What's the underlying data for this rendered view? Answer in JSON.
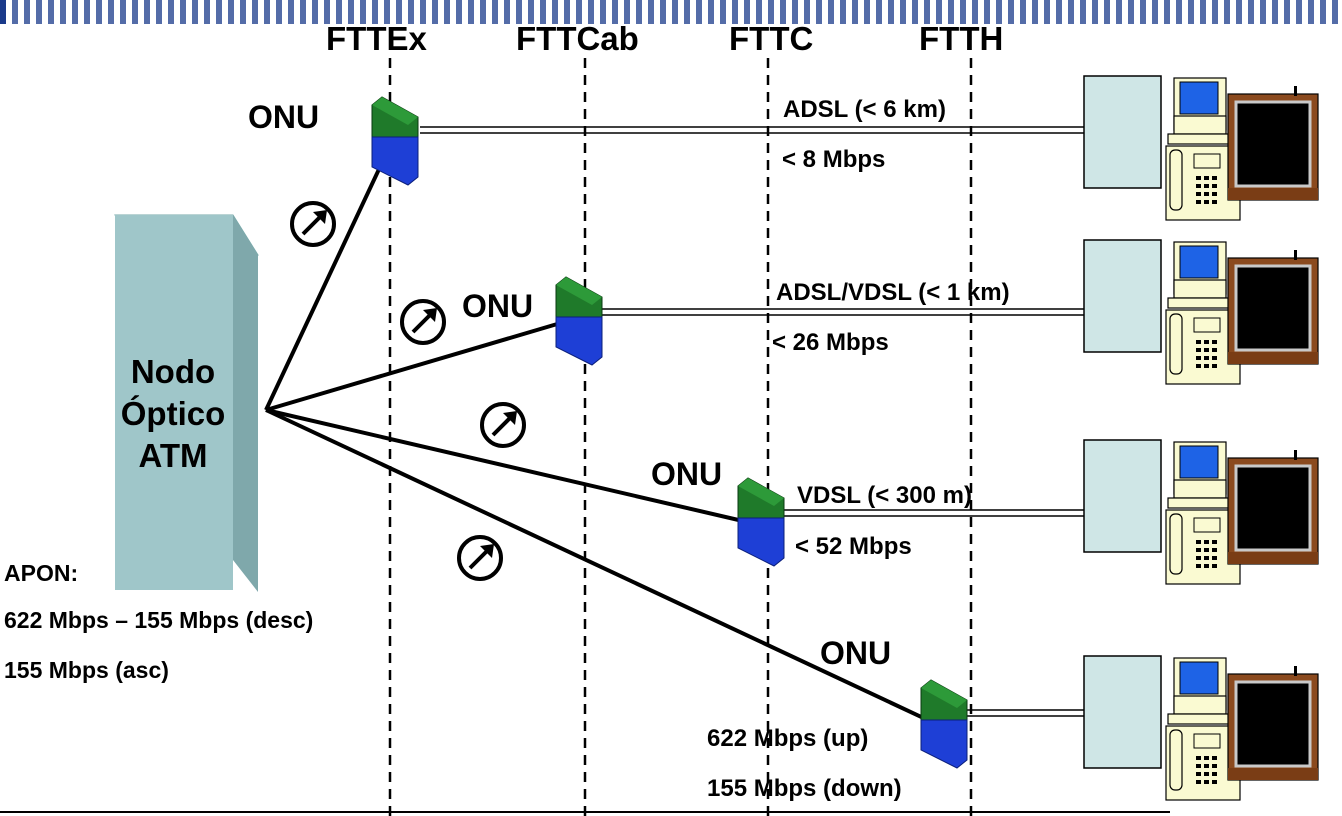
{
  "columns": [
    "FTTEx",
    "FTTCab",
    "FTTC",
    "FTTH"
  ],
  "onu_label": "ONU",
  "node": {
    "line1": "Nodo",
    "line2": "Óptico",
    "line3": "ATM"
  },
  "apon": {
    "title": "APON:",
    "downstream": "622 Mbps – 155 Mbps (desc)",
    "upstream": "155 Mbps (asc)"
  },
  "links": [
    {
      "tech": "ADSL (< 6 km)",
      "rate": "< 8 Mbps"
    },
    {
      "tech": "ADSL/VDSL (< 1 km)",
      "rate": "< 26 Mbps"
    },
    {
      "tech": "VDSL (< 300 m)",
      "rate": "< 52 Mbps"
    },
    {
      "tech": "622 Mbps (up)",
      "rate": "155 Mbps (down)"
    }
  ],
  "colors": {
    "onu_top": "#1f7a2a",
    "onu_bottom": "#1e3fd6",
    "node_fill": "#9fc6c9",
    "home_box": "#cfe6e6",
    "phone": "#fafad2",
    "tv_frame": "#8b4a1e",
    "stripes": "#1a3a8a"
  },
  "icons": [
    "splitter-icon",
    "computer-icon",
    "telephone-icon",
    "television-icon"
  ]
}
